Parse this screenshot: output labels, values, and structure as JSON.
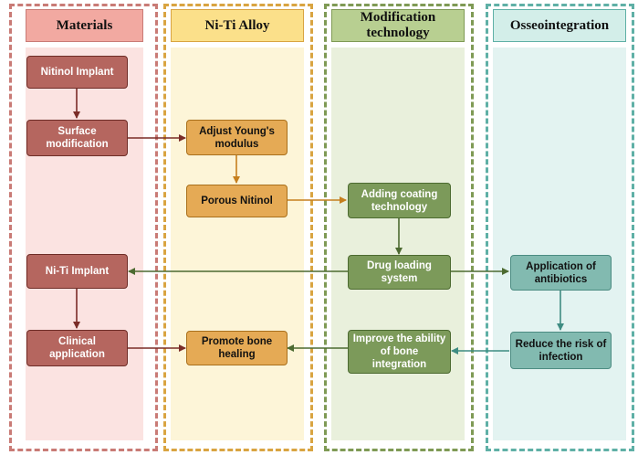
{
  "lanes": {
    "materials": {
      "title": "Materials",
      "color": "#c97b76"
    },
    "niti": {
      "title": "Ni-Ti Alloy",
      "color": "#d9a441"
    },
    "modification": {
      "title": "Modification technology",
      "color": "#7f9a55"
    },
    "osseo": {
      "title": "Osseointegration",
      "color": "#5fb0a6"
    }
  },
  "nodes": {
    "nitinol_implant": "Nitinol Implant",
    "surface_modification": "Surface modification",
    "niti_implant": "Ni-Ti Implant",
    "clinical_application": "Clinical application",
    "adjust_youngs": "Adjust Young's modulus",
    "porous_nitinol": "Porous Nitinol",
    "promote_bone": "Promote bone healing",
    "adding_coating": "Adding coating technology",
    "drug_loading": "Drug loading system",
    "improve_ability": "Improve the ability of bone integration",
    "application_antibiotics": "Application of antibiotics",
    "reduce_risk": "Reduce the risk of infection"
  }
}
